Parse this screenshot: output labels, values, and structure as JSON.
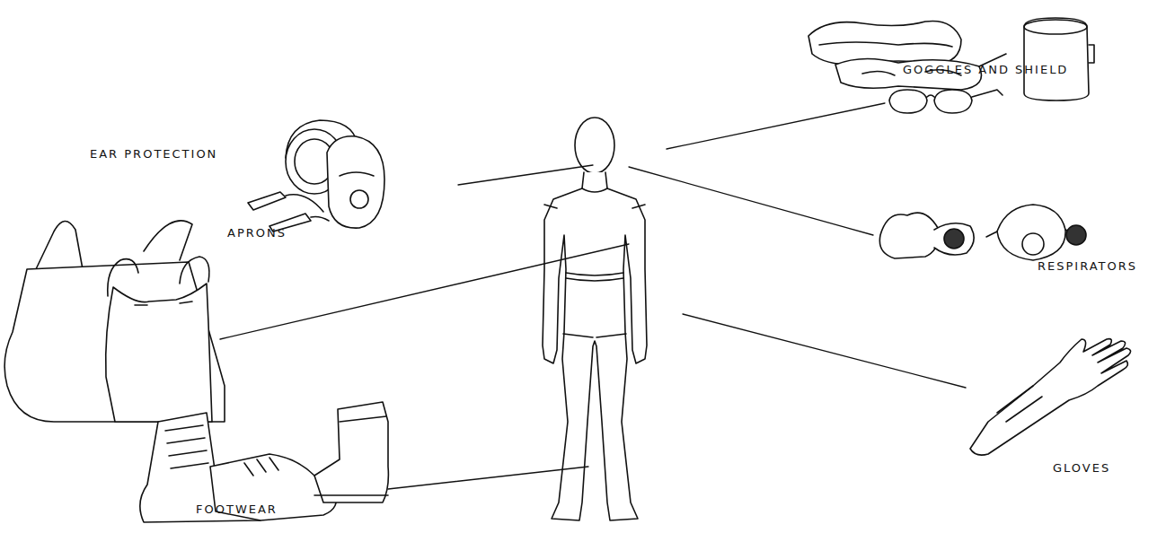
{
  "diagram": {
    "labels": [
      "EAR PROTECTION",
      "APRONS",
      "FOOTWEAR",
      "GOGGLES AND SHIELD",
      "RESPIRATORS",
      "GLOVES"
    ]
  }
}
